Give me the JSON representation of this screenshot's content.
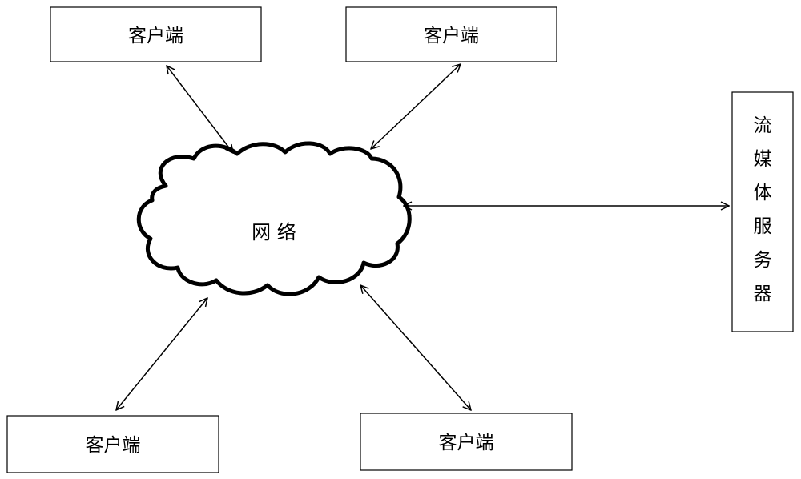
{
  "network": {
    "label": "网 络"
  },
  "clients": {
    "top_left": "客户端",
    "top_right": "客户端",
    "bottom_left": "客户端",
    "bottom_right": "客户端"
  },
  "server": {
    "chars": [
      "流",
      "媒",
      "体",
      "服",
      "务",
      "器"
    ]
  }
}
